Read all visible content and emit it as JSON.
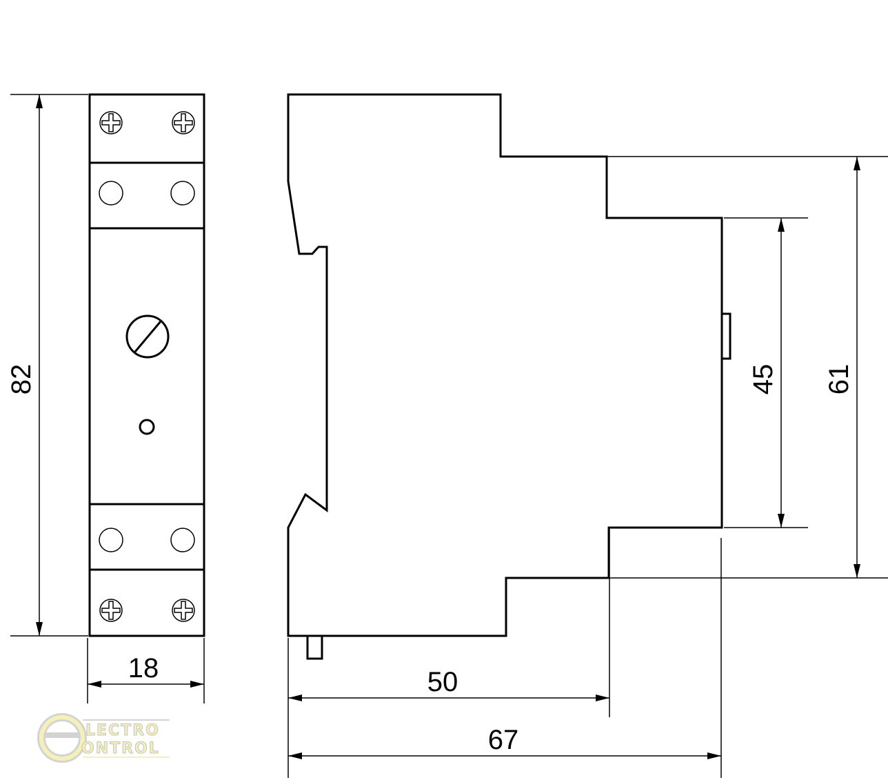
{
  "drawing": {
    "dimensions": {
      "height_front": "82",
      "width_front": "18",
      "depth_mid": "50",
      "depth_total": "67",
      "height_inner": "45",
      "height_mid": "61"
    },
    "logo": {
      "line1": "LECTRO",
      "line2": "ONTROL",
      "initial": "e"
    }
  }
}
